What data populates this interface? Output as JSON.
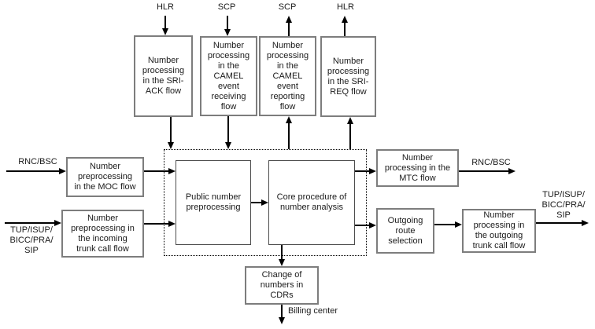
{
  "colors": {
    "background": "#ffffff",
    "outer_box_border": "#7d7d7d",
    "inner_box_border": "#4d4d4d",
    "line": "#000000",
    "text": "#1a1a1a"
  },
  "nodes": {
    "sri_ack": "Number\nprocessing\nin the SRI-\nACK flow",
    "camel_receiving": "Number\nprocessing\nin the\nCAMEL\nevent\nreceiving\nflow",
    "camel_reporting": "Number\nprocessing\nin the\nCAMEL\nevent\nreporting\nflow",
    "sri_req": "Number\nprocessing\nin the SRI-\nREQ flow",
    "moc": "Number\npreprocessing\nin the MOC flow",
    "incoming_trunk": "Number\npreprocessing in\nthe incoming\ntrunk call flow",
    "public_preprocessing": "Public number\npreprocessing",
    "core_analysis": "Core procedure of\nnumber analysis",
    "mtc": "Number\nprocessing in the\nMTC flow",
    "outgoing_route": "Outgoing\nroute\nselection",
    "outgoing_trunk": "Number\nprocessing in\nthe outgoing\ntrunk call flow",
    "cdr_change": "Change of\nnumbers in\nCDRs"
  },
  "labels": {
    "hlr_in": "HLR",
    "scp_in": "SCP",
    "scp_out": "SCP",
    "hlr_out": "HLR",
    "rnc_bsc_in": "RNC/BSC",
    "trunk_protocols_in": "TUP/ISUP/\nBICC/PRA/\nSIP",
    "rnc_bsc_out": "RNC/BSC",
    "trunk_protocols_out": "TUP/ISUP/\nBICC/PRA/\nSIP",
    "billing_center": "Billing center"
  }
}
